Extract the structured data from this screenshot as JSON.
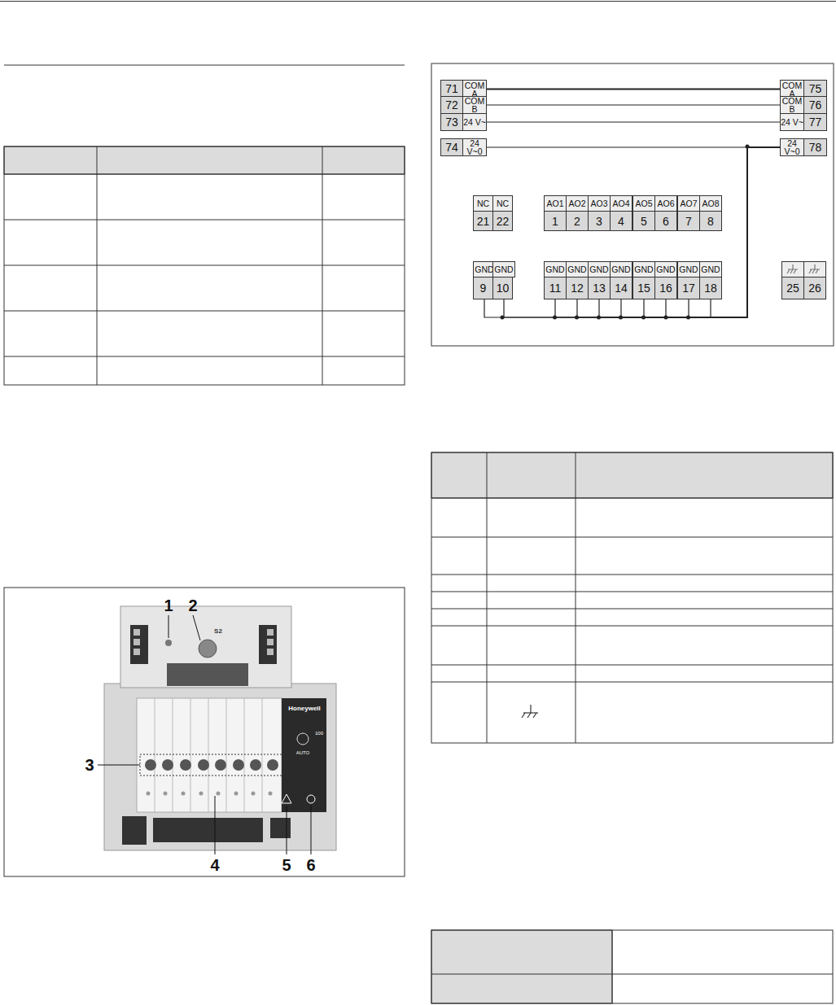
{
  "diagram": {
    "nodes": [
      {
        "text": [
          "71",
          "COM A"
        ]
      },
      {
        "text": [
          "COM A",
          "75"
        ]
      },
      {
        "text": [
          "72",
          "COM B"
        ]
      },
      {
        "text": [
          "COM B",
          "76"
        ]
      },
      {
        "text": [
          "73",
          "24 V~"
        ]
      },
      {
        "text": [
          "24 V~",
          "77"
        ]
      },
      {
        "text": [
          "74",
          "24 V~0"
        ]
      },
      {
        "text": [
          "24 V~0",
          "78"
        ]
      },
      {
        "text": [
          "NC",
          "21"
        ]
      },
      {
        "text": [
          "NC",
          "22"
        ]
      },
      {
        "text": [
          "AO1",
          "1"
        ]
      },
      {
        "text": [
          "AO2",
          "2"
        ]
      },
      {
        "text": [
          "AO3",
          "3"
        ]
      },
      {
        "text": [
          "AO4",
          "4"
        ]
      },
      {
        "text": [
          "AO5",
          "5"
        ]
      },
      {
        "text": [
          "AO6",
          "6"
        ]
      },
      {
        "text": [
          "AO7",
          "7"
        ]
      },
      {
        "text": [
          "AO8",
          "8"
        ]
      },
      {
        "text": [
          "GND",
          "9"
        ]
      },
      {
        "text": [
          "GND",
          "10"
        ]
      },
      {
        "text": [
          "GND",
          "11"
        ]
      },
      {
        "text": [
          "GND",
          "12"
        ]
      },
      {
        "text": [
          "GND",
          "13"
        ]
      },
      {
        "text": [
          "GND",
          "14"
        ]
      },
      {
        "text": [
          "GND",
          "15"
        ]
      },
      {
        "text": [
          "GND",
          "16"
        ]
      },
      {
        "text": [
          "GND",
          "17"
        ]
      },
      {
        "text": [
          "GND",
          "18"
        ]
      },
      {
        "text": [
          "25"
        ]
      },
      {
        "text": [
          "26"
        ]
      }
    ],
    "edges": [
      {
        "from": 0,
        "to": 1,
        "arrow": "none"
      },
      {
        "from": 2,
        "to": 3,
        "arrow": "none"
      },
      {
        "from": 4,
        "to": 5,
        "arrow": "none"
      },
      {
        "from": 6,
        "to": 7,
        "arrow": "none"
      },
      {
        "from": 18,
        "to": 7,
        "arrow": "none"
      },
      {
        "from": 19,
        "to": 7,
        "arrow": "none"
      },
      {
        "from": 20,
        "to": 7,
        "arrow": "none"
      },
      {
        "from": 21,
        "to": 7,
        "arrow": "none"
      },
      {
        "from": 22,
        "to": 7,
        "arrow": "none"
      },
      {
        "from": 23,
        "to": 7,
        "arrow": "none"
      },
      {
        "from": 24,
        "to": 7,
        "arrow": "none"
      },
      {
        "from": 25,
        "to": 7,
        "arrow": "none"
      },
      {
        "from": 26,
        "to": 7,
        "arrow": "none"
      },
      {
        "from": 27,
        "to": 7,
        "arrow": "none"
      },
      {
        "from": 28,
        "to": 29,
        "arrow": "none"
      }
    ],
    "labels": [
      "1",
      "2",
      "3",
      "4",
      "5",
      "6",
      "S2",
      "Honeywell",
      "AUTO",
      "100"
    ]
  }
}
